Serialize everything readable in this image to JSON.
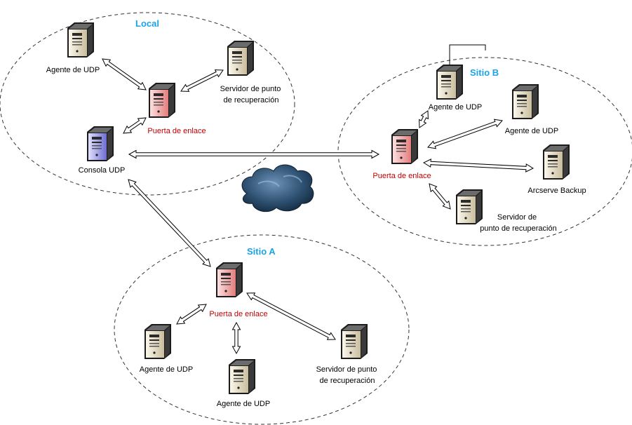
{
  "sites": {
    "local": {
      "title": "Local"
    },
    "sitio_b": {
      "title": "Sitio B"
    },
    "sitio_a": {
      "title": "Sitio A"
    }
  },
  "labels": {
    "local_agent": "Agente de UDP",
    "local_rps_line1": "Servidor de punto",
    "local_rps_line2": "de recuperación",
    "local_gateway": "Puerta de enlace",
    "local_console": "Consola UDP",
    "b_agent1": "Agente de UDP",
    "b_agent2": "Agente de UDP",
    "b_gateway": "Puerta de enlace",
    "b_arcserve": "Arcserve Backup",
    "b_rps_line1": "Servidor de",
    "b_rps_line2": "punto de recuperación",
    "a_gateway": "Puerta de enlace",
    "a_agent1": "Agente de UDP",
    "a_agent2": "Agente de UDP",
    "a_rps_line1": "Servidor de punto",
    "a_rps_line2": "de recuperación"
  },
  "colors": {
    "title": "#1aa3e8",
    "gateway_label": "#c00000",
    "server_beige": "#e8dfc8",
    "server_red": "#f3a7a7",
    "server_blue": "#9b9be6",
    "cloud": "#2c4e6e"
  }
}
